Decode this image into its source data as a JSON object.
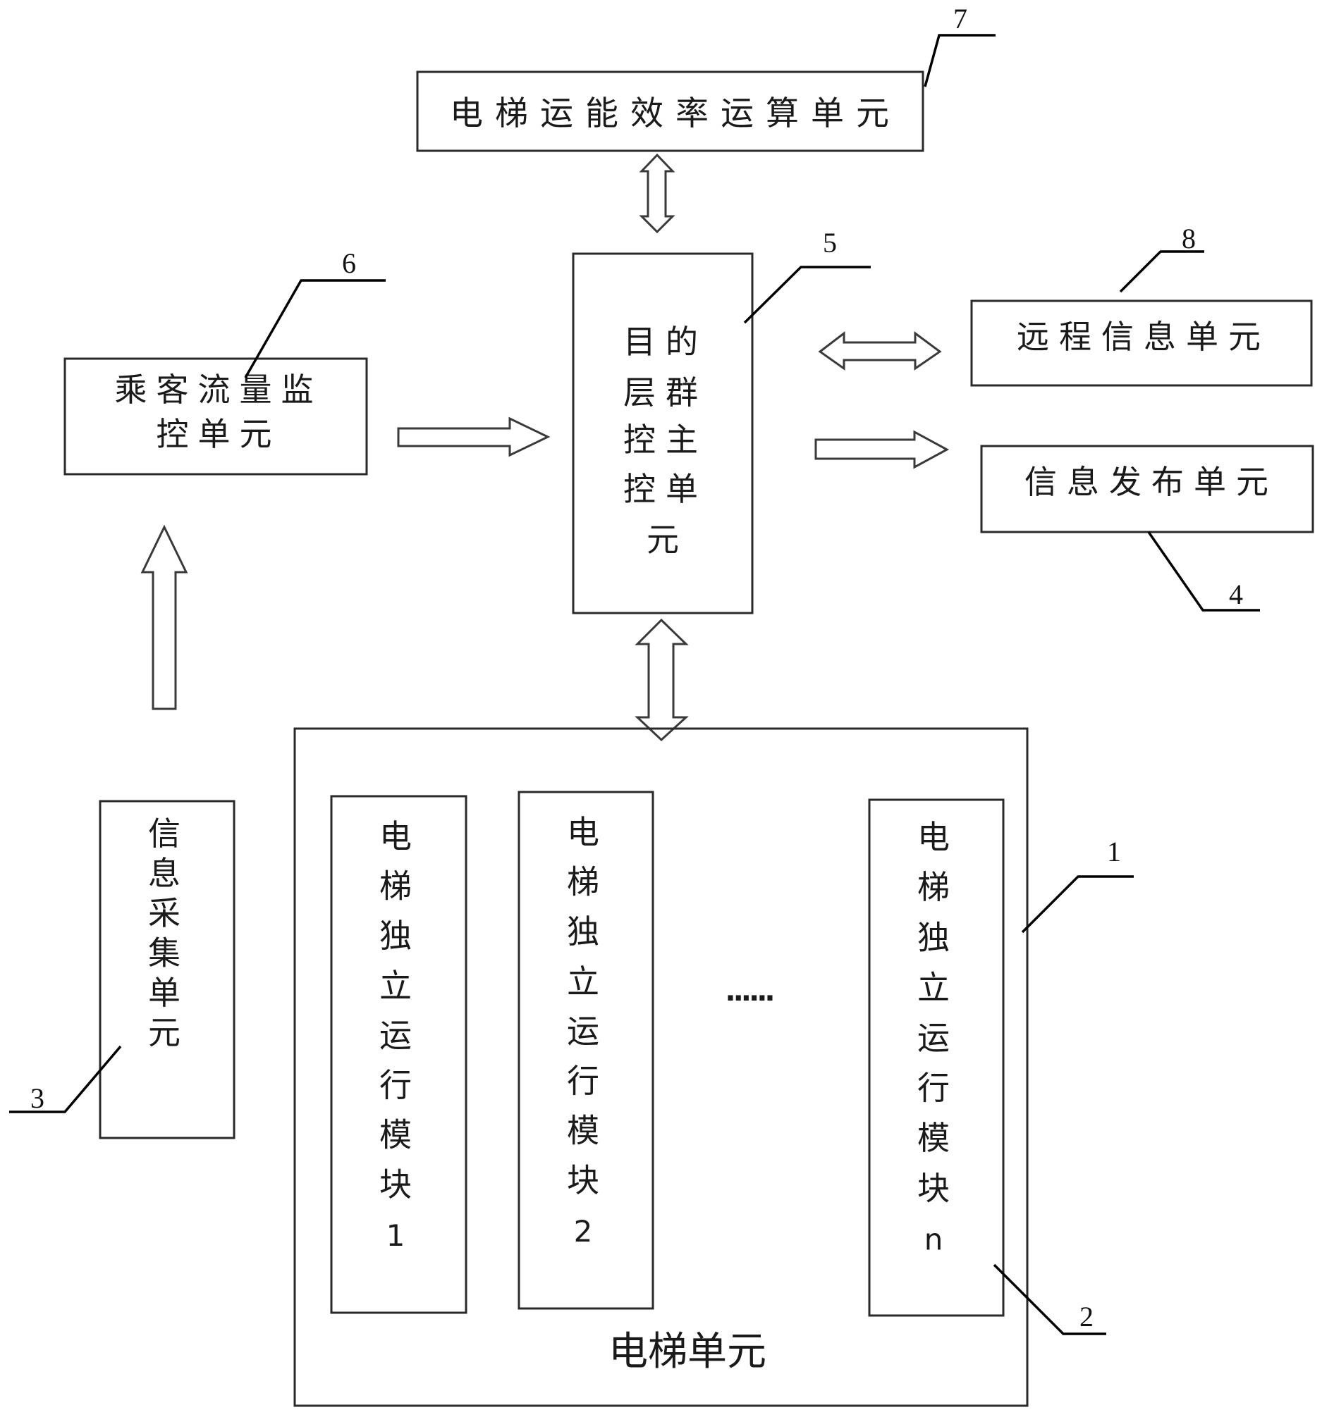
{
  "diagram": {
    "title": "电梯目的层群控系统框图",
    "units": {
      "efficiency_calc": {
        "ref": "7",
        "label": "电梯运能效率运算单元"
      },
      "main_control": {
        "ref": "5",
        "label_lines": [
          "目的",
          "层群",
          "控主",
          "控单",
          "元"
        ]
      },
      "passenger_monitor": {
        "ref": "6",
        "label_lines": [
          "乘客流量监",
          "控单元"
        ]
      },
      "remote_info": {
        "ref": "8",
        "label": "远程信息单元"
      },
      "info_publish": {
        "ref": "4",
        "label": "信息发布单元"
      },
      "info_collect": {
        "ref": "3",
        "label_chars": [
          "信",
          "息",
          "采",
          "集",
          "单",
          "元"
        ]
      },
      "elevator_unit": {
        "ref": "1",
        "label": "电梯单元",
        "ellipsis": "......",
        "modules_ref": "2",
        "modules": [
          {
            "chars": [
              "电",
              "梯",
              "独",
              "立",
              "运",
              "行",
              "模",
              "块",
              "1"
            ]
          },
          {
            "chars": [
              "电",
              "梯",
              "独",
              "立",
              "运",
              "行",
              "模",
              "块",
              "2"
            ]
          },
          {
            "chars": [
              "电",
              "梯",
              "独",
              "立",
              "运",
              "行",
              "模",
              "块",
              "n"
            ]
          }
        ]
      }
    },
    "connections": [
      {
        "from": "efficiency_calc",
        "to": "main_control",
        "type": "bidirectional"
      },
      {
        "from": "passenger_monitor",
        "to": "main_control",
        "type": "unidirectional"
      },
      {
        "from": "main_control",
        "to": "remote_info",
        "type": "bidirectional"
      },
      {
        "from": "main_control",
        "to": "info_publish",
        "type": "unidirectional"
      },
      {
        "from": "main_control",
        "to": "elevator_unit",
        "type": "bidirectional"
      },
      {
        "from": "info_collect",
        "to": "passenger_monitor",
        "type": "unidirectional"
      }
    ]
  }
}
